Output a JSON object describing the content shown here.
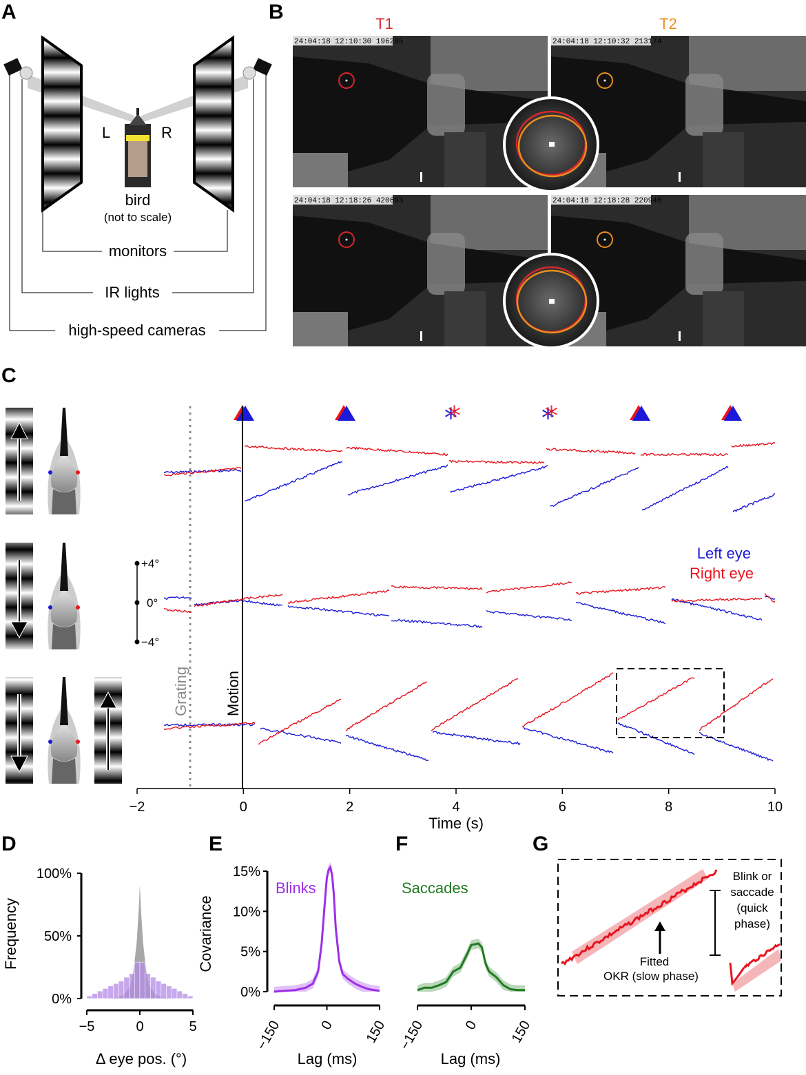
{
  "panels": {
    "a": "A",
    "b": "B",
    "c": "C",
    "d": "D",
    "e": "E",
    "f": "F",
    "g": "G"
  },
  "panel_a": {
    "left": "L",
    "right": "R",
    "bird": "bird",
    "bird_note": "(not to scale)",
    "monitors": "monitors",
    "ir_lights": "IR lights",
    "cameras": "high-speed cameras",
    "colors": {
      "camera": "#111111",
      "monitor": "#000000",
      "band": "#f2e033"
    }
  },
  "panel_b": {
    "t1": "T1",
    "t2": "T2",
    "colors": {
      "t1": "#d8262e",
      "t2": "#e98e1e"
    },
    "timestamps": [
      "24:04:18 12:10:30 196205",
      "24:04:18 12:10:32 213174",
      "24:04:18 12:18:26 420693",
      "24:04:18 12:18:28 220946"
    ]
  },
  "panel_c": {
    "legend_left": "Left eye",
    "legend_right": "Right eye",
    "scale_top": "+4°",
    "scale_mid": "0°",
    "scale_bot": "−4°",
    "grating": "Grating",
    "motion": "Motion",
    "xlabel": "Time (s)",
    "xticks": [
      "−2",
      "0",
      "2",
      "4",
      "6",
      "8",
      "10"
    ],
    "colors": {
      "left": "#1a1ad8",
      "right": "#e8141e"
    }
  },
  "chart_data": [
    {
      "type": "bar",
      "id": "D",
      "xlabel": "Δ eye pos. (°)",
      "ylabel": "Frequency",
      "xticks": [
        "−5",
        "0",
        "5"
      ],
      "yticks": [
        "0%",
        "50%",
        "100%"
      ],
      "xlim": [
        -5,
        5
      ],
      "ylim": [
        0,
        100
      ],
      "series": [
        {
          "color": "#b58be6",
          "x": [
            -4.75,
            -4.25,
            -3.75,
            -3.25,
            -2.75,
            -2.25,
            -1.75,
            -1.25,
            -0.75,
            -0.25,
            0.25,
            0.75,
            1.25,
            1.75,
            2.25,
            2.75,
            3.25,
            3.75,
            4.25,
            4.75
          ],
          "values": [
            2,
            4,
            6,
            8,
            10,
            12,
            14,
            17,
            20,
            29,
            29,
            20,
            17,
            14,
            12,
            10,
            8,
            6,
            4,
            2
          ]
        },
        {
          "color": "#999999",
          "x": [
            -3,
            -2,
            -1.4,
            -0.9,
            -0.6,
            -0.3,
            -0.1,
            0,
            0.1,
            0.3,
            0.6,
            0.9,
            1.4,
            2,
            3
          ],
          "values": [
            0,
            1,
            4,
            10,
            22,
            45,
            72,
            91,
            72,
            45,
            22,
            10,
            4,
            1,
            0
          ]
        }
      ]
    },
    {
      "type": "line",
      "id": "E",
      "title": "Blinks",
      "xlabel": "Lag (ms)",
      "ylabel": "Covariance",
      "xticks": [
        "−150",
        "0",
        "150"
      ],
      "yticks": [
        "0%",
        "5%",
        "10%",
        "15%"
      ],
      "xlim": [
        -150,
        150
      ],
      "ylim": [
        0,
        15
      ],
      "color": "#9b2fe6",
      "x": [
        -150,
        -120,
        -90,
        -60,
        -40,
        -25,
        -15,
        -5,
        0,
        5,
        10,
        15,
        20,
        25,
        35,
        45,
        60,
        80,
        100,
        120,
        150
      ],
      "values": [
        0,
        0.1,
        0.2,
        0.5,
        1.0,
        2.5,
        6.0,
        11.5,
        14.2,
        15.2,
        15.5,
        14.5,
        12.0,
        8.0,
        3.8,
        2.2,
        1.6,
        1.0,
        0.6,
        0.3,
        0.1
      ]
    },
    {
      "type": "line",
      "id": "F",
      "title": "Saccades",
      "xlabel": "Lag (ms)",
      "xticks": [
        "−150",
        "0",
        "150"
      ],
      "xlim": [
        -150,
        150
      ],
      "ylim": [
        0,
        15
      ],
      "color": "#1f7a1f",
      "x": [
        -150,
        -130,
        -110,
        -90,
        -70,
        -50,
        -30,
        -10,
        0,
        10,
        20,
        30,
        40,
        50,
        70,
        90,
        110,
        130,
        150
      ],
      "values": [
        0.2,
        0.5,
        0.5,
        0.8,
        1.2,
        2.5,
        3.0,
        4.8,
        5.8,
        5.9,
        6.0,
        5.5,
        3.5,
        2.5,
        1.8,
        0.8,
        0.3,
        0.2,
        0.2
      ]
    }
  ],
  "panel_g": {
    "label1": "Blink or",
    "label2": "saccade",
    "label3": "(quick",
    "label4": "phase)",
    "fit1": "Fitted",
    "fit2": "OKR (slow phase)"
  }
}
